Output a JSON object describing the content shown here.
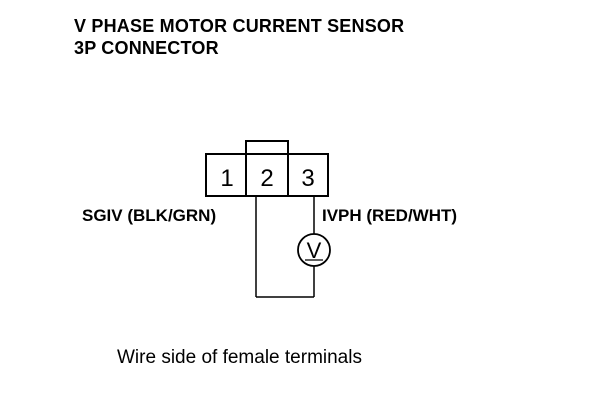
{
  "title": {
    "line1": "V PHASE MOTOR CURRENT SENSOR",
    "line2": "3P CONNECTOR"
  },
  "connector": {
    "pins": [
      "1",
      "2",
      "3"
    ]
  },
  "wires": {
    "left_label": "SGIV (BLK/GRN)",
    "right_label": "IVPH (RED/WHT)"
  },
  "meter": {
    "symbol": "V",
    "icon": "voltmeter-icon"
  },
  "caption": "Wire side of female terminals"
}
